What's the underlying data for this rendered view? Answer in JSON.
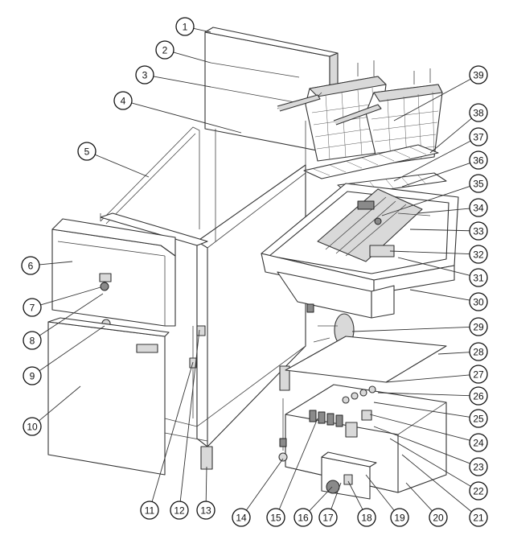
{
  "diagram": {
    "colors": {
      "line": "#333333",
      "shade": "#d9d9d9",
      "dark": "#8a8a8a"
    },
    "callouts": [
      {
        "label": "1"
      },
      {
        "label": "2"
      },
      {
        "label": "3"
      },
      {
        "label": "4"
      },
      {
        "label": "5"
      },
      {
        "label": "6"
      },
      {
        "label": "7"
      },
      {
        "label": "8"
      },
      {
        "label": "9"
      },
      {
        "label": "10"
      },
      {
        "label": "11"
      },
      {
        "label": "12"
      },
      {
        "label": "13"
      },
      {
        "label": "14"
      },
      {
        "label": "15"
      },
      {
        "label": "16"
      },
      {
        "label": "17"
      },
      {
        "label": "18"
      },
      {
        "label": "19"
      },
      {
        "label": "20"
      },
      {
        "label": "21"
      },
      {
        "label": "22"
      },
      {
        "label": "23"
      },
      {
        "label": "24"
      },
      {
        "label": "25"
      },
      {
        "label": "26"
      },
      {
        "label": "27"
      },
      {
        "label": "28"
      },
      {
        "label": "29"
      },
      {
        "label": "30"
      },
      {
        "label": "31"
      },
      {
        "label": "32"
      },
      {
        "label": "33"
      },
      {
        "label": "34"
      },
      {
        "label": "35"
      },
      {
        "label": "36"
      },
      {
        "label": "37"
      },
      {
        "label": "38"
      },
      {
        "label": "39"
      }
    ]
  }
}
